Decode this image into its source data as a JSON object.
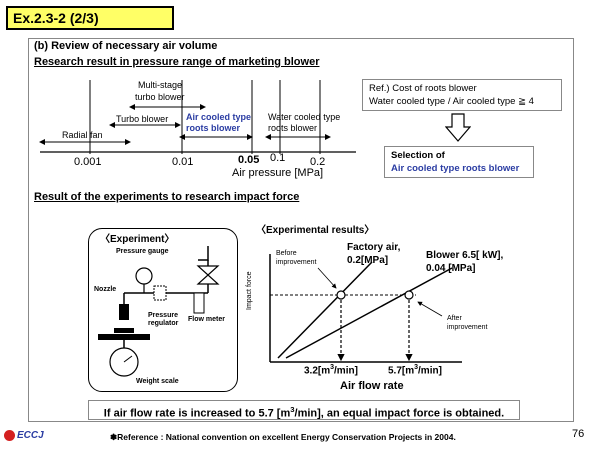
{
  "title": "Ex.2.3-2 (2/3)",
  "section_heading": "(b)  Review of necessary air volume",
  "research_heading": "Research result in pressure range of marketing blower",
  "blower_ranges": {
    "multi_stage": "Multi-stage",
    "turbo_blower_line2": "turbo blower",
    "turbo_blower": "Turbo blower",
    "radial_fan": "Radial fan",
    "air_cooled_1": "Air cooled type",
    "air_cooled_2": "roots blower",
    "water_cooled_1": "Water cooled type",
    "water_cooled_2": "roots blower"
  },
  "axis": {
    "ticks": [
      "0.001",
      "0.01",
      "0.05",
      "0.1",
      "0.2"
    ],
    "label": "Air pressure [MPa]"
  },
  "ref_box": {
    "line1": "Ref.) Cost of roots blower",
    "line2": "Water cooled type / Air cooled type ≧ 4"
  },
  "selection_box": {
    "line1": "Selection   of",
    "line2": "Air cooled type roots blower"
  },
  "experiment_heading": "Result of the experiments to research impact force",
  "experiment": {
    "title": "〈Experiment〉",
    "pressure_gauge": "Pressure gauge",
    "nozzle": "Nozzle",
    "pressure_regulator_1": "Pressure",
    "pressure_regulator_2": "regulator",
    "flow_meter": "Flow meter",
    "weight_scale": "Weight scale"
  },
  "results": {
    "title": "〈Experimental results〉",
    "factory_air_1": "Factory air,",
    "factory_air_2": "0.2[MPa]",
    "blower_1": "Blower  6.5[ kW],",
    "blower_2": "0.04 [MPa]",
    "before_1": "Before",
    "before_2": "improvement",
    "after_1": "After",
    "after_2": "improvement",
    "ylabel": "Impact force",
    "x1_value": "3.2[m",
    "x1_unit": "/min]",
    "x2_value": "5.7[m",
    "x2_unit": "/min]",
    "sup": "3",
    "xlabel": "Air flow rate"
  },
  "conclusion": {
    "part1": "If air flow rate is increased to 5.7 [m",
    "sup": "3",
    "part2": "/min], an equal impact force is obtained."
  },
  "footer": "✽Reference : National convention on excellent Energy Conservation Projects in 2004.",
  "logo": "ECCJ",
  "page_number": "76"
}
